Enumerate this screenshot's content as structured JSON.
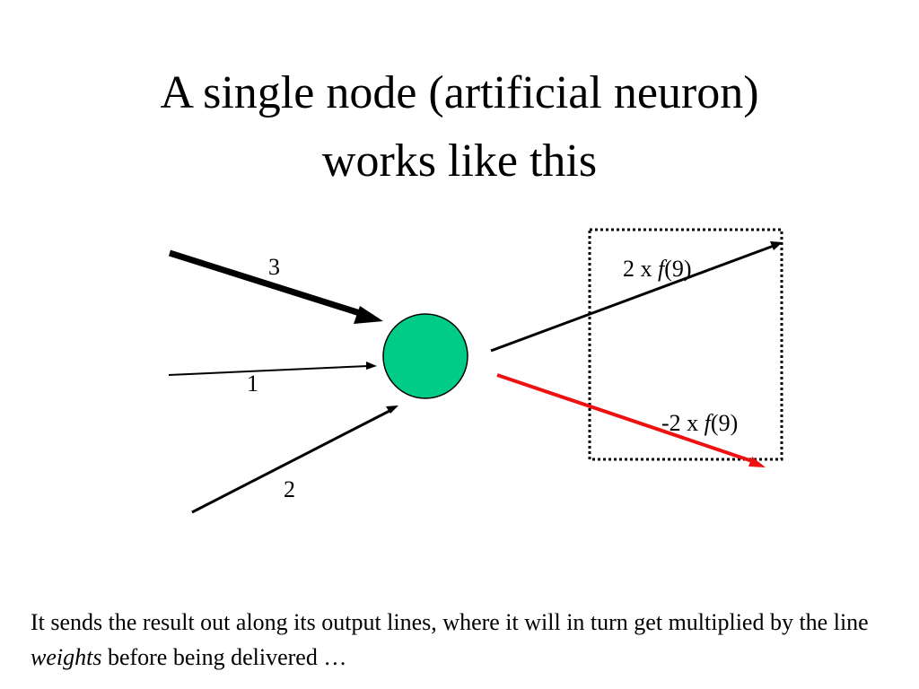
{
  "title": {
    "line1": "A single node (artificial neuron)",
    "line2": "works like this"
  },
  "diagram": {
    "input_weights": [
      "3",
      "1",
      "2"
    ],
    "outputs": [
      {
        "prefix": "2 x ",
        "func": "f",
        "suffix": "(9)"
      },
      {
        "prefix": "-2 x ",
        "func": "f",
        "suffix": "(9)"
      }
    ],
    "colors": {
      "node_fill": "#00CC88",
      "inhibitory_line": "#EE1111",
      "line": "#000000"
    }
  },
  "caption": {
    "part1": "It sends the result out along its output lines, where it will in turn get multiplied by the line ",
    "emphasis": "weights",
    "part2": " before being delivered …"
  }
}
